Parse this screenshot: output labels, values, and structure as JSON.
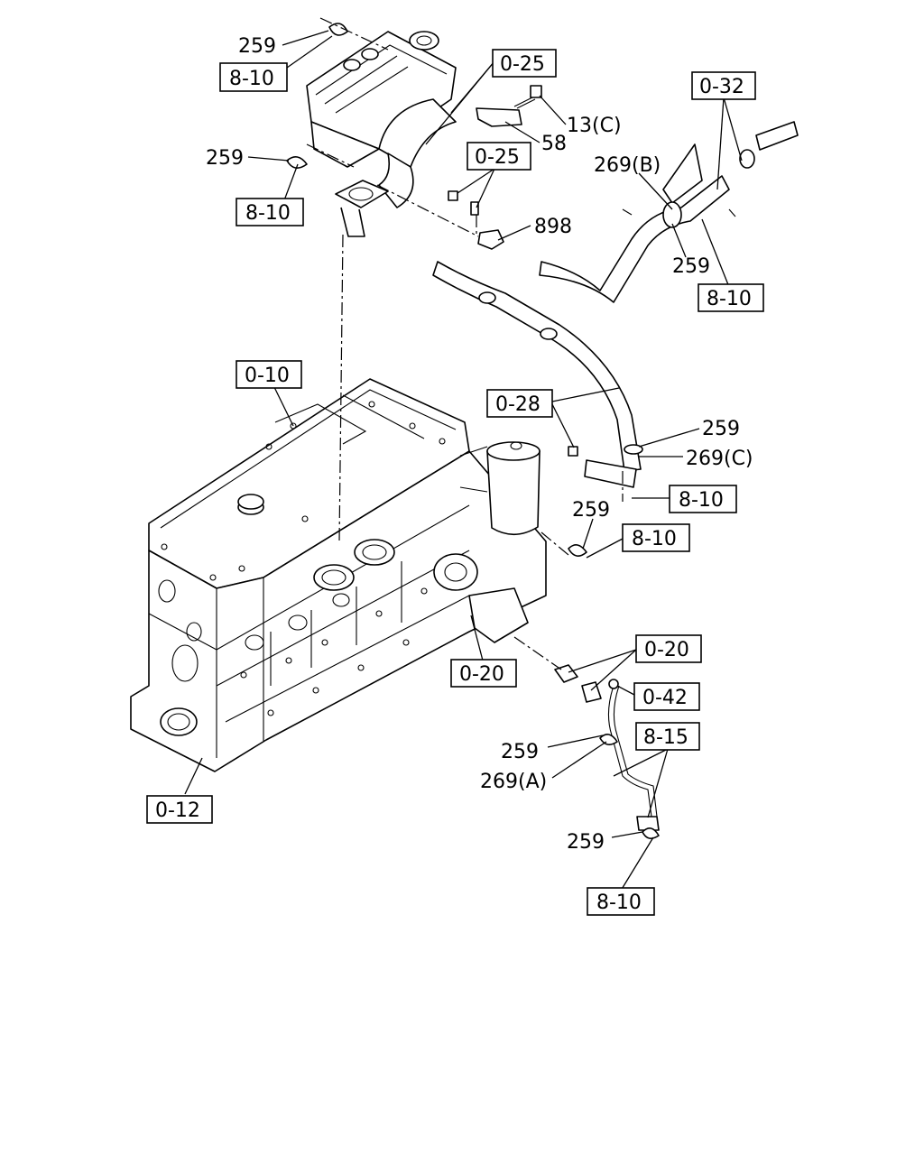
{
  "labels": {
    "ref_8_10": "8-10",
    "ref_0_25": "0-25",
    "ref_0_32": "0-32",
    "ref_0_10": "0-10",
    "ref_0_28": "0-28",
    "ref_0_20": "0-20",
    "ref_0_42": "0-42",
    "ref_8_15": "8-15",
    "ref_0_12": "0-12",
    "p259": "259",
    "p13c": "13(C)",
    "p58": "58",
    "p898": "898",
    "p269b": "269(B)",
    "p269c": "269(C)",
    "p269a": "269(A)"
  }
}
